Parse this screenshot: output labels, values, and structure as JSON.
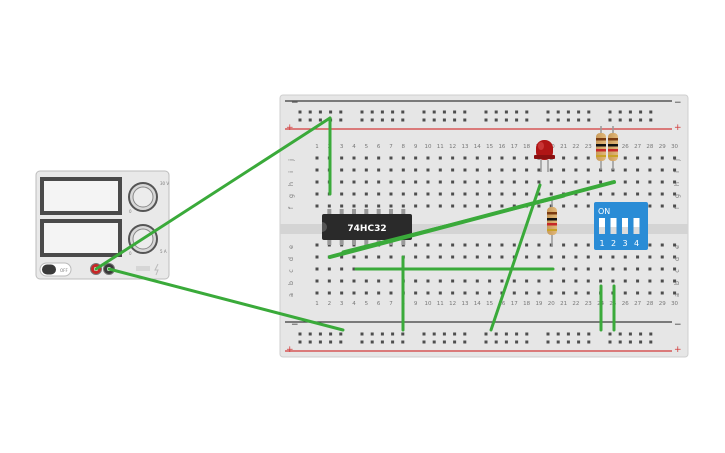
{
  "power_supply": {
    "switch_label": "OFF",
    "knob1_max_label": "30 V",
    "knob1_min_label": "0",
    "knob2_max_label": "5 A",
    "knob2_min_label": "0"
  },
  "breadboard": {
    "rail_minus": "−",
    "rail_plus": "+",
    "columns": [
      "1",
      "2",
      "3",
      "4",
      "5",
      "6",
      "7",
      "8",
      "9",
      "10",
      "11",
      "12",
      "13",
      "14",
      "15",
      "16",
      "17",
      "18",
      "19",
      "20",
      "21",
      "22",
      "23",
      "24",
      "25",
      "26",
      "27",
      "28",
      "29",
      "30"
    ],
    "rows_top": [
      "j",
      "i",
      "h",
      "g",
      "f"
    ],
    "rows_bottom": [
      "e",
      "d",
      "c",
      "b",
      "a"
    ]
  },
  "ic": {
    "label": "74HC32"
  },
  "dip_switch": {
    "on_label": "ON",
    "switch_numbers": [
      "1",
      "2",
      "3",
      "4"
    ],
    "switch_states": [
      false,
      false,
      false,
      false
    ]
  },
  "colors": {
    "wire": "#3aaa3a",
    "board": "#e6e6e6",
    "rail_red": "#d23a3a",
    "led": "#b01515",
    "dip": "#2a8cd6",
    "ic": "#2a2a2a"
  }
}
